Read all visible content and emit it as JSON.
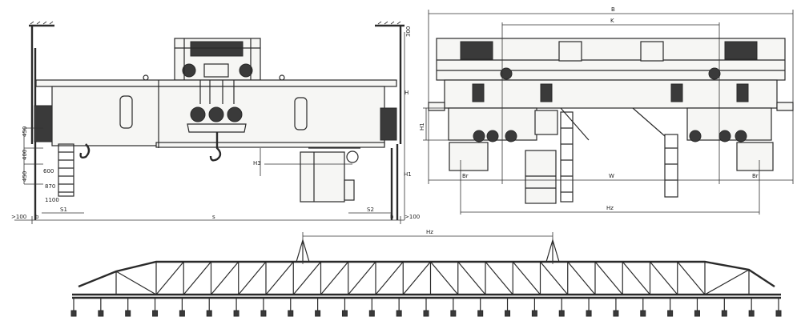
{
  "side_elevation": {
    "dims": {
      "top_clearance": "300",
      "height_h": "H",
      "height_h1": "H1",
      "hook_height": "H3",
      "dim_450_a": "450",
      "dim_400": "400",
      "dim_450_b": "450",
      "dim_600": "600",
      "dim_870": "870",
      "dim_1100": "1100",
      "s1": "S1",
      "s2": "S2",
      "left_clear": ">100",
      "left_b": "b",
      "span": "s",
      "right_b": "b",
      "right_clear": ">100"
    }
  },
  "end_elevation": {
    "dims": {
      "overall_width": "B",
      "trolley_gauge": "K",
      "height": "H1",
      "left_bogie": "Br",
      "wheelbase": "W",
      "right_bogie": "Br",
      "bogie_span": "Hz"
    }
  },
  "truss_elevation": {
    "dims": {
      "tower_spacing": "Hz"
    }
  }
}
